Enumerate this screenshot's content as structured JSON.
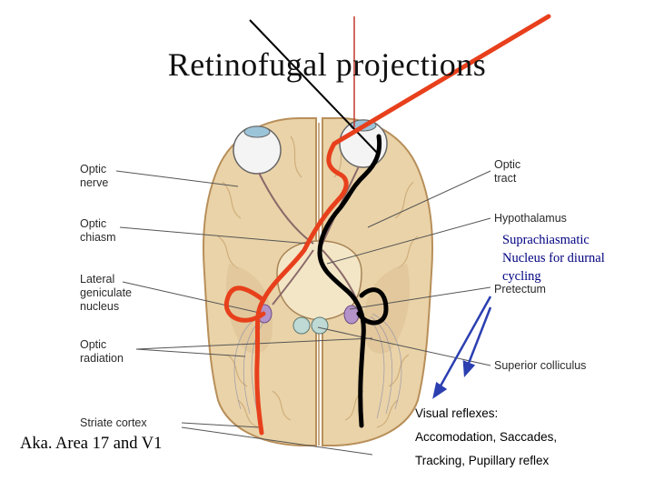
{
  "title": "Retinofugal projections",
  "labels_left": {
    "optic_nerve": [
      "Optic",
      "nerve"
    ],
    "optic_chiasm": [
      "Optic",
      "chiasm"
    ],
    "lateral_geniculate": [
      "Lateral",
      "geniculate",
      "nucleus"
    ],
    "optic_radiation": [
      "Optic",
      "radiation"
    ],
    "striate_cortex": "Striate cortex"
  },
  "labels_right": {
    "optic_tract": [
      "Optic",
      "tract"
    ],
    "hypothalamus": "Hypothalamus",
    "pretectum": "Pretectum",
    "superior_colliculus": "Superior colliculus"
  },
  "scn_annotation": [
    "Suprachiasmatic",
    "Nucleus for diurnal",
    "cycling"
  ],
  "aka_note": "Aka. Area 17 and V1",
  "visual_reflexes": [
    "Visual reflexes:",
    "Accomodation, Saccades,",
    "Tracking, Pupillary reflex"
  ],
  "colors": {
    "pathway_red": "#e8401c",
    "pathway_black": "#000000",
    "arrow_blue": "#2b3fb0",
    "brain_tan": "#ead3a8",
    "scn_text": "#000080"
  }
}
